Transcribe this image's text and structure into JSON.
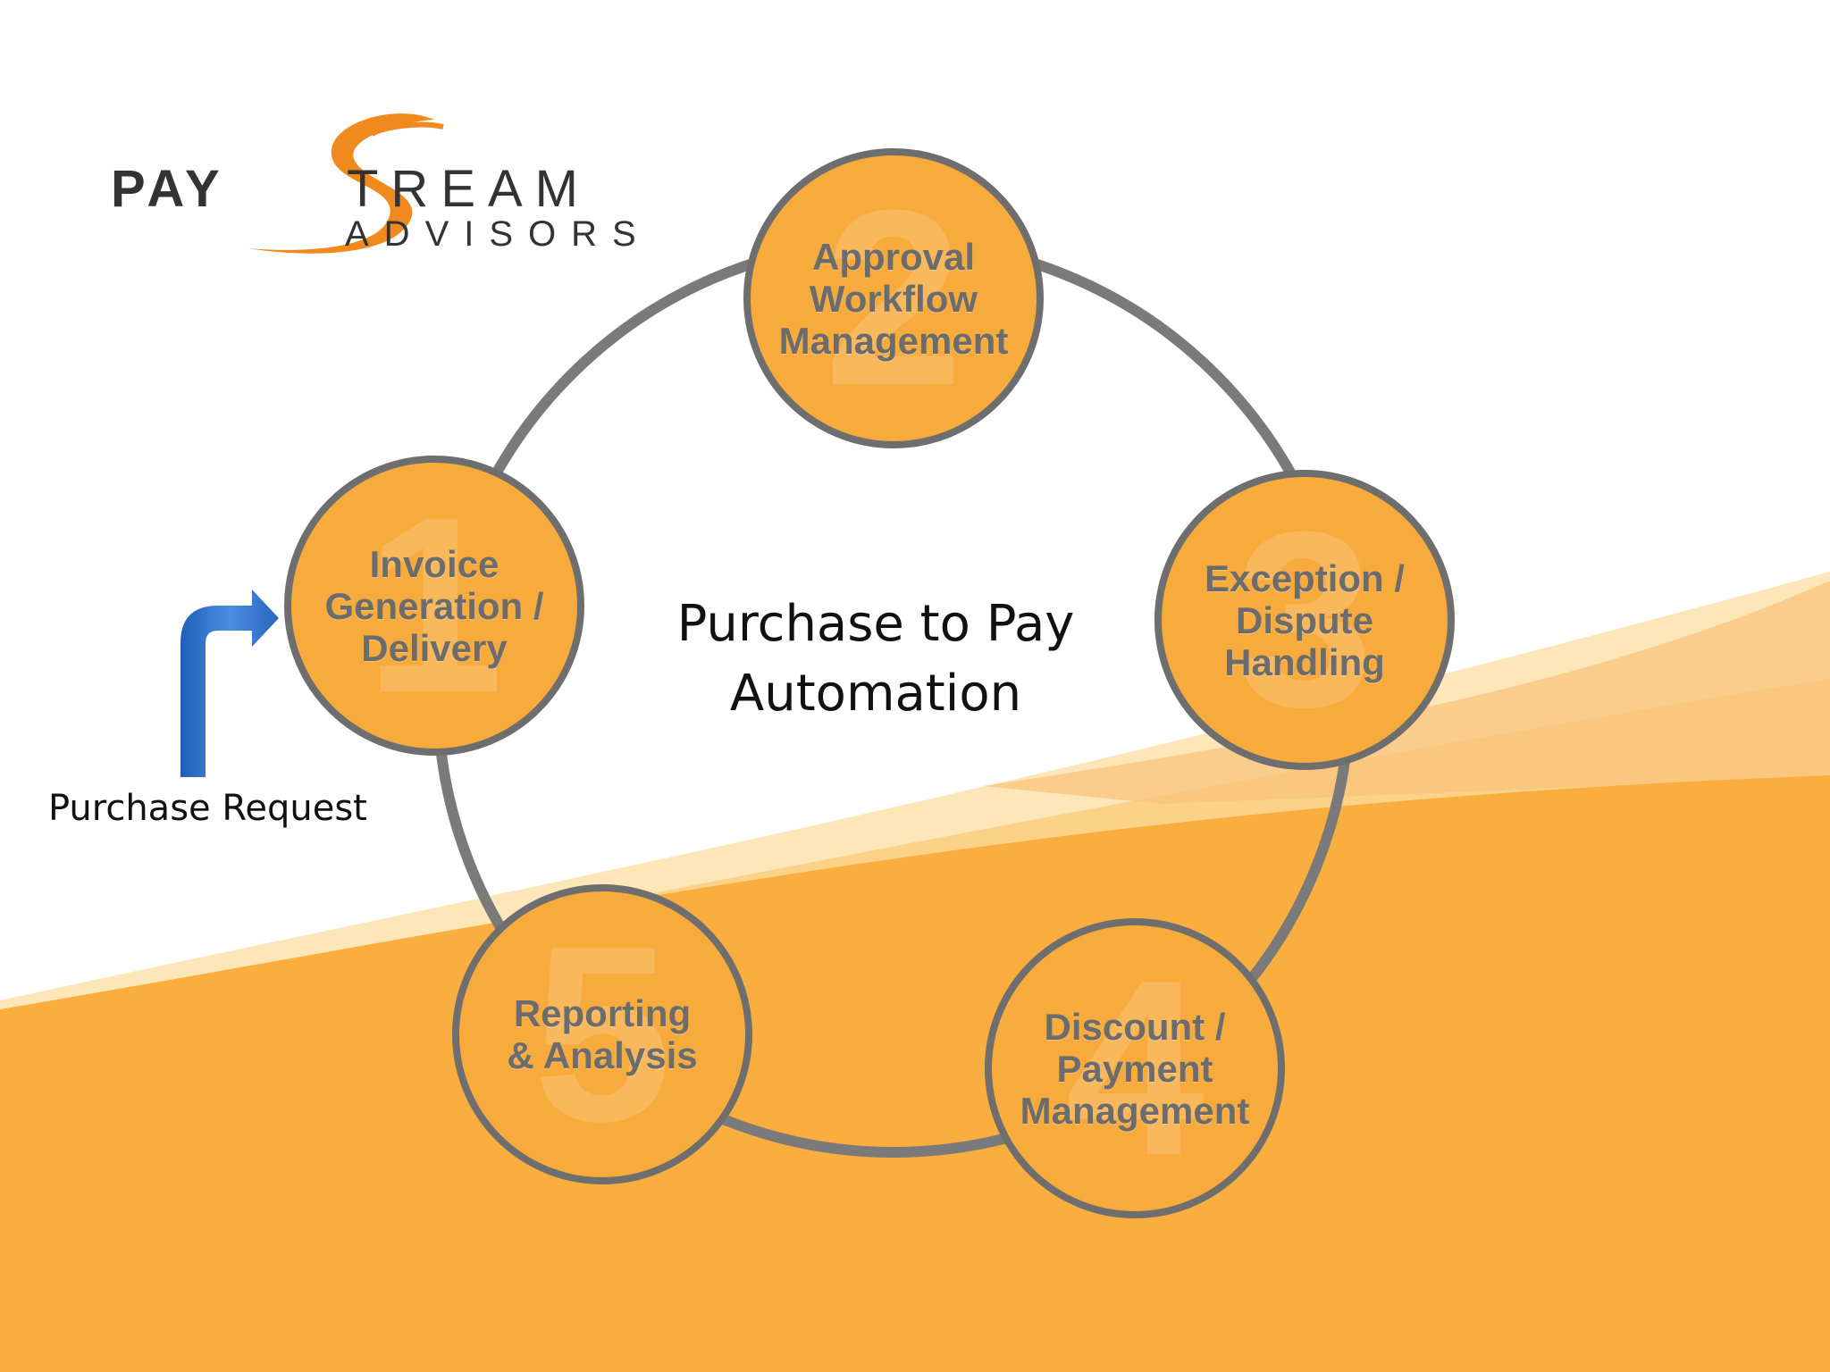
{
  "logo": {
    "brand_pay": "PAY",
    "brand_stream_s": "S",
    "brand_tream": "TREAM",
    "subtitle": "ADVISORS",
    "accent_color": "#f08a1e"
  },
  "diagram": {
    "center_title": "Purchase to Pay\nAutomation",
    "entry_label": "Purchase Request",
    "steps": [
      {
        "number": "1",
        "label": "Invoice\nGeneration /\nDelivery"
      },
      {
        "number": "2",
        "label": "Approval\nWorkflow\nManagement"
      },
      {
        "number": "3",
        "label": "Exception /\nDispute\nHandling"
      },
      {
        "number": "4",
        "label": "Discount /\nPayment\nManagement"
      },
      {
        "number": "5",
        "label": "Reporting\n& Analysis"
      }
    ],
    "colors": {
      "circle_fill": "#f7ab3c",
      "ring": "#7a7a7a",
      "arrow": "#2f6fc4",
      "background_orange": "#f9ae3f"
    }
  }
}
